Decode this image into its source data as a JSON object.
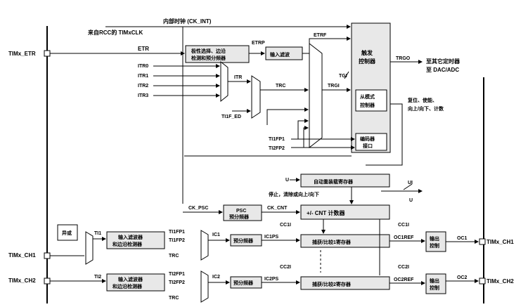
{
  "labels": {
    "internal_clock": "内部时钟 (CK_INT)",
    "from_rcc": "来自RCC的 TIMxCLK",
    "timx_etr": "TIMx_ETR",
    "etr": "ETR",
    "etrp": "ETRP",
    "etrf": "ETRF",
    "polarity_box": [
      "极性选择、边沿",
      "检测和预分频器"
    ],
    "input_filter_box": "输入滤波",
    "itr0": "ITR0",
    "itr1": "ITR1",
    "itr2": "ITR2",
    "itr3": "ITR3",
    "itr": "ITR",
    "trc": "TRC",
    "ti1f_ed": "TI1F_ED",
    "tgi": "TGI",
    "trgi": "TRGI",
    "trigger_ctrl": [
      "触发",
      "控制器"
    ],
    "trgo": "TRGO",
    "to_others": [
      "至其它定时器",
      "至 DAC/ADC"
    ],
    "slave_ctrl": [
      "从模式",
      "控制器"
    ],
    "slave_note": [
      "复位、使能、",
      "向上/向下、计数"
    ],
    "encoder": [
      "编码器",
      "接口"
    ],
    "ti1fp1": "TI1FP1",
    "ti2fp2": "TI2FP2",
    "u": "U",
    "auto_reload": "自动重装载寄存器",
    "ui": "UI",
    "stop_note": "停止，清除或向上/向下",
    "ck_psc": "CK_PSC",
    "psc_box": [
      "PSC",
      "预分频器"
    ],
    "ck_cnt": "CK_CNT",
    "cnt_box": "+/-    CNT 计数器",
    "timx_ch1_in": "TIMx_CH1",
    "timx_ch2_in": "TIMx_CH2",
    "xor": "异或",
    "ti1": "TI1",
    "ti2": "TI2",
    "filter_edge": [
      "输入滤波器",
      "和边沿检测器"
    ],
    "ti1fp1_b": "TI1FP1",
    "ti1fp2": "TI1FP2",
    "ti2fp1": "TI2FP1",
    "ti2fp2_b": "TI2FP2",
    "ic1": "IC1",
    "ic2": "IC2",
    "prescaler": "预分频器",
    "ic1ps": "IC1PS",
    "ic2ps": "IC2PS",
    "cc1i": "CC1I",
    "cc2i": "CC2I",
    "capcomp1": "捕获/比较1寄存器",
    "capcomp2": "捕获/比较2寄存器",
    "oc1ref": "OC1REF",
    "oc2ref": "OC2REF",
    "out_ctrl": [
      "输出",
      "控制"
    ],
    "oc1": "OC1",
    "oc2": "OC2",
    "timx_ch1_out": "TIMx_CH1",
    "timx_ch2_out": "TIMx_CH2"
  }
}
